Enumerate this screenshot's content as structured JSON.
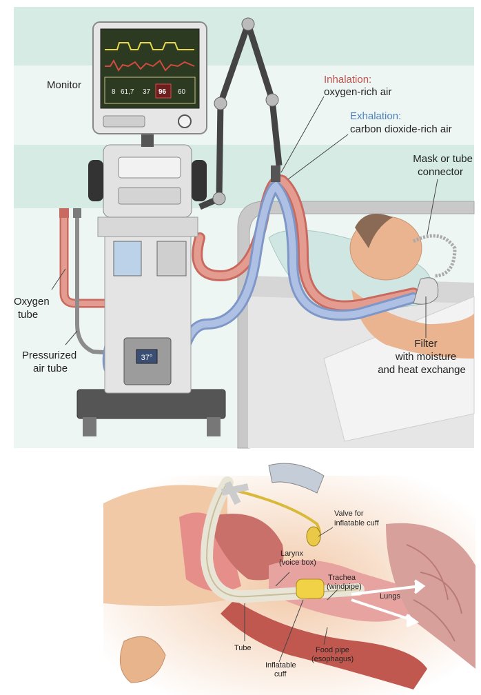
{
  "monitor": {
    "label": "Monitor",
    "readouts": [
      "8",
      "61,7",
      "37",
      "96",
      "60"
    ]
  },
  "humidifier_display": "37°",
  "labels": {
    "inhalation_title": "Inhalation:",
    "inhalation_desc": "oxygen-rich air",
    "exhalation_title": "Exhalation:",
    "exhalation_desc": "carbon dioxide-rich air",
    "mask_line1": "Mask or tube",
    "mask_line2": "connector",
    "oxygen_line1": "Oxygen",
    "oxygen_line2": "tube",
    "pressurized_line1": "Pressurized",
    "pressurized_line2": "air tube",
    "filter_line1": "Filter",
    "filter_line2": "with moisture",
    "filter_line3": "and heat exchange"
  },
  "anatomy": {
    "valve_line1": "Valve for",
    "valve_line2": "inflatable cuff",
    "larynx_line1": "Larynx",
    "larynx_line2": "(voice box)",
    "trachea_line1": "Trachea",
    "trachea_line2": "(windpipe)",
    "lungs": "Lungs",
    "tube": "Tube",
    "inflatable_line1": "Inflatable",
    "inflatable_line2": "cuff",
    "foodpipe_line1": "Food pipe",
    "foodpipe_line2": "(esophagus)"
  },
  "colors": {
    "inhalation": "#c0504d",
    "exhalation": "#4f81bd",
    "wall": "#d5ebe4",
    "tube_red": "#d9897f",
    "tube_blue": "#9fb6dc"
  }
}
